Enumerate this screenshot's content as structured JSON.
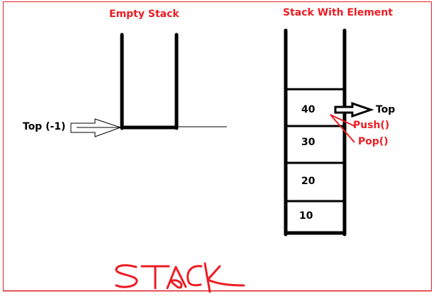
{
  "empty_stack": {
    "title": "Empty Stack",
    "top_pointer_label": "Top (-1)"
  },
  "filled_stack": {
    "title": "Stack With Element",
    "elements": [
      "40",
      "30",
      "20",
      "10"
    ],
    "top_pointer_label": "Top",
    "operations": [
      "Push()",
      "Pop()"
    ]
  },
  "caption": "STACK",
  "colors": {
    "accent": "#ed1c24",
    "lines": "#000000",
    "frame": "#e0202a"
  }
}
